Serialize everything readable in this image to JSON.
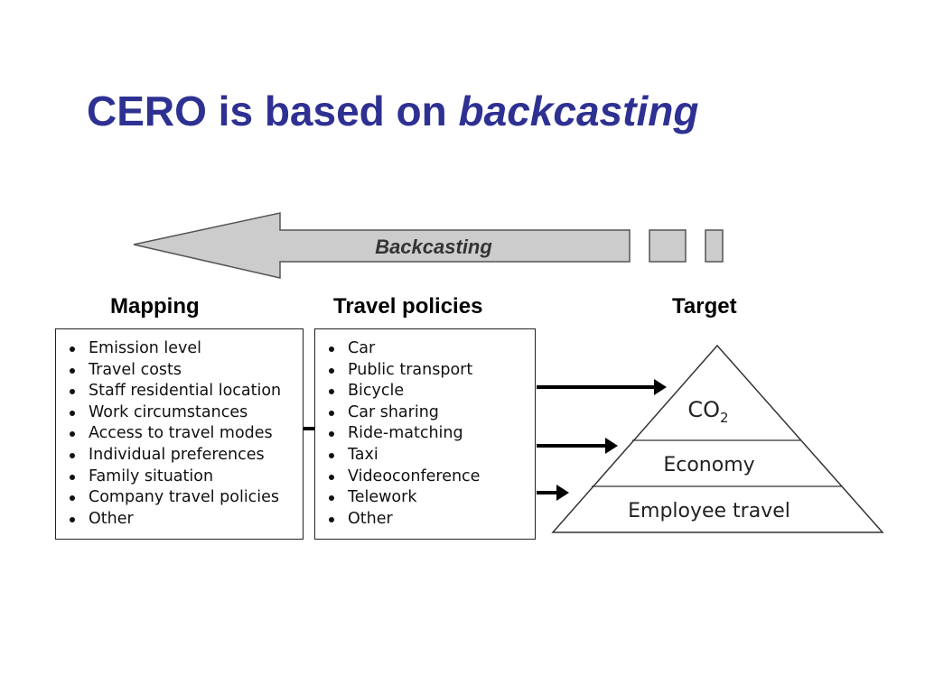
{
  "title": {
    "prefix": "CERO is based on ",
    "emphasis": "backcasting"
  },
  "arrow_label": "Backcasting",
  "columns": {
    "mapping": {
      "label": "Mapping",
      "items": [
        "Emission level",
        "Travel costs",
        "Staff residential location",
        "Work circumstances",
        "Access to travel modes",
        "Individual preferences",
        "Family situation",
        "Company travel policies",
        "Other"
      ]
    },
    "policies": {
      "label": "Travel policies",
      "items": [
        "Car",
        "Public transport",
        "Bicycle",
        "Car sharing",
        "Ride-matching",
        "Taxi",
        "Videoconference",
        "Telework",
        "Other"
      ]
    },
    "target": {
      "label": "Target",
      "levels": {
        "top": "CO",
        "top_subscript": "2",
        "middle": "Economy",
        "bottom": "Employee travel"
      }
    }
  },
  "colors": {
    "title": "#2e3192",
    "arrow_fill": "#cccccc",
    "arrow_stroke": "#555555"
  }
}
